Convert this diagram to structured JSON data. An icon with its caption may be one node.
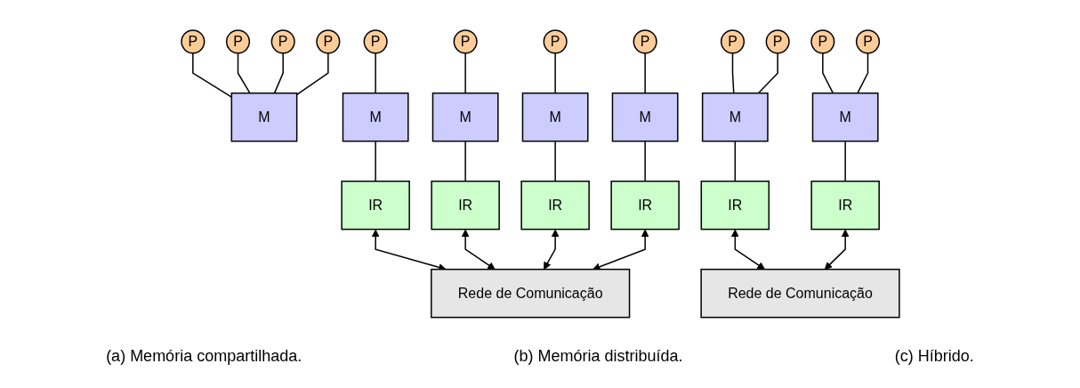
{
  "diagram": {
    "nodes": [
      {
        "text": [
          "P"
        ]
      },
      {
        "text": [
          "P"
        ]
      },
      {
        "text": [
          "P"
        ]
      },
      {
        "text": [
          "P"
        ]
      },
      {
        "text": [
          "M"
        ]
      },
      {
        "text": [
          "P"
        ]
      },
      {
        "text": [
          "P"
        ]
      },
      {
        "text": [
          "P"
        ]
      },
      {
        "text": [
          "P"
        ]
      },
      {
        "text": [
          "M"
        ]
      },
      {
        "text": [
          "M"
        ]
      },
      {
        "text": [
          "M"
        ]
      },
      {
        "text": [
          "M"
        ]
      },
      {
        "text": [
          "IR"
        ]
      },
      {
        "text": [
          "IR"
        ]
      },
      {
        "text": [
          "IR"
        ]
      },
      {
        "text": [
          "IR"
        ]
      },
      {
        "text": [
          "Rede de Comunicação"
        ]
      },
      {
        "text": [
          "P"
        ]
      },
      {
        "text": [
          "P"
        ]
      },
      {
        "text": [
          "P"
        ]
      },
      {
        "text": [
          "P"
        ]
      },
      {
        "text": [
          "M"
        ]
      },
      {
        "text": [
          "M"
        ]
      },
      {
        "text": [
          "IR"
        ]
      },
      {
        "text": [
          "IR"
        ]
      },
      {
        "text": [
          "Rede de Comunicação"
        ]
      }
    ],
    "edges": [
      {
        "from": 0,
        "to": 4,
        "arrow": "none"
      },
      {
        "from": 1,
        "to": 4,
        "arrow": "none"
      },
      {
        "from": 2,
        "to": 4,
        "arrow": "none"
      },
      {
        "from": 3,
        "to": 4,
        "arrow": "none"
      },
      {
        "from": 5,
        "to": 9,
        "arrow": "none"
      },
      {
        "from": 6,
        "to": 10,
        "arrow": "none"
      },
      {
        "from": 7,
        "to": 11,
        "arrow": "none"
      },
      {
        "from": 8,
        "to": 12,
        "arrow": "none"
      },
      {
        "from": 9,
        "to": 13,
        "arrow": "none"
      },
      {
        "from": 10,
        "to": 14,
        "arrow": "none"
      },
      {
        "from": 11,
        "to": 15,
        "arrow": "none"
      },
      {
        "from": 12,
        "to": 16,
        "arrow": "none"
      },
      {
        "from": 13,
        "to": 17,
        "arrow": "both"
      },
      {
        "from": 14,
        "to": 17,
        "arrow": "both"
      },
      {
        "from": 15,
        "to": 17,
        "arrow": "both"
      },
      {
        "from": 16,
        "to": 17,
        "arrow": "both"
      },
      {
        "from": 18,
        "to": 22,
        "arrow": "none"
      },
      {
        "from": 19,
        "to": 22,
        "arrow": "none"
      },
      {
        "from": 20,
        "to": 23,
        "arrow": "none"
      },
      {
        "from": 21,
        "to": 23,
        "arrow": "none"
      },
      {
        "from": 22,
        "to": 24,
        "arrow": "none"
      },
      {
        "from": 23,
        "to": 25,
        "arrow": "none"
      },
      {
        "from": 24,
        "to": 26,
        "arrow": "both"
      },
      {
        "from": 25,
        "to": 26,
        "arrow": "both"
      }
    ],
    "labels": [
      "(a) Memória compartilhada.",
      "(b) Memória distribuída.",
      "(c) Híbrido."
    ]
  }
}
